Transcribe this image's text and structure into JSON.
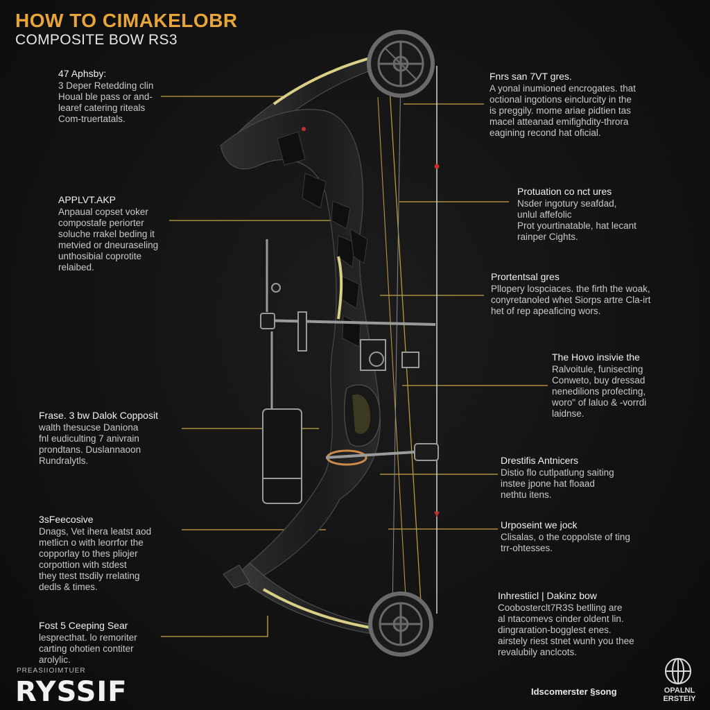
{
  "header": {
    "title": "HOW TO CIMAKELOBR",
    "subtitle": "COMPOSITE BOW RS3"
  },
  "left_notes": [
    {
      "heading": "47 Aphsby:",
      "body": "3 Deper Retedding clin\nHoual ble pass or and-\nlearef catering riteals\nCom-truertatals."
    },
    {
      "heading": "APPLVT.AKP",
      "body": "Anpaual copset voker\ncompostafe periorter\nsoluche rrakel beding it\nmetvied or dneuraseling\nunthosibial coprotite\nrelaibed."
    },
    {
      "heading": "Frase. 3 bw Dalok Copposit",
      "body": "walth thesucse Daniona\nfnl eudiculting 7 anivrain\nprondtans. Duslannaoon\nRundralytls."
    },
    {
      "heading": "3sFeecosive",
      "body": "Dnags, Vet ihera leatst aod\nmetlicn o with leorrfor the\ncopporlay to thes pliojer\ncorpottion with stdest\nthey ttest ttsdily rrelating\ndedls & times."
    },
    {
      "heading": "Fost 5 Ceeping Sear",
      "body": "lesprecthat. lo remoriter\ncarting ohotien contiter\narolylic."
    }
  ],
  "right_notes": [
    {
      "heading": "Fnrs san 7VT gres.",
      "body": "A yonal inumioned encrogates. that\noctional ingotions einclurcity in the\nis preggily. mome ariae pidtien tas\nmacel atteanad emifighdity-throra\neagining recond hat oficial."
    },
    {
      "heading": "Protuation co nct ures",
      "body": "Nsder ingotury seafdad,\nunlul affefolic\nProt yourtinatable, hat lecant\nrainper Cights."
    },
    {
      "heading": "Prortentsal gres",
      "body": "Pllopery lospciaces. the firth the woak,\nconyretanoled whet Siorps artre Cla-irt\nhet of rep apeaficing wors."
    },
    {
      "heading": "The Hovo insivie the",
      "body": "Ralvoitule, funisecting\nConweto, buy dressad\nnenedilions profecting,\nworo\" of laluo & -vorrdi\nlaidnse."
    },
    {
      "heading": "Drestifis Antnicers",
      "body": "Distio flo cutlpatlung saiting\ninstee jpone hat floaad\nnethtu itens."
    },
    {
      "heading": "Urposeint we jock",
      "body": "Clisalas, o the coppolste of ting\ntrr-ohtesses."
    },
    {
      "heading": "Inhrestiicl | Dakinz bow",
      "body": "Coobosterclt7R3S betlling are\nal ntacomevs cinder oldent lin.\ndingraration-bogglest enes.\nairstely riest stnet wunh you thee\nrevalubily anclcots."
    }
  ],
  "footer": {
    "small_label": "PREASIIOIMTUER",
    "brand": "RYSSIF",
    "right_text": "Idscomerster §song",
    "logo_text": "OPALNL ERSTEIY"
  },
  "colors": {
    "background": "#121212",
    "title": "#e8a63a",
    "leader_line": "#c9a545",
    "bow_limb": "#2a2a2a",
    "limb_accent": "#d9cf86",
    "string": "#c8c8c8",
    "cable": "#b89a3c",
    "red_marker": "#c0302c"
  }
}
